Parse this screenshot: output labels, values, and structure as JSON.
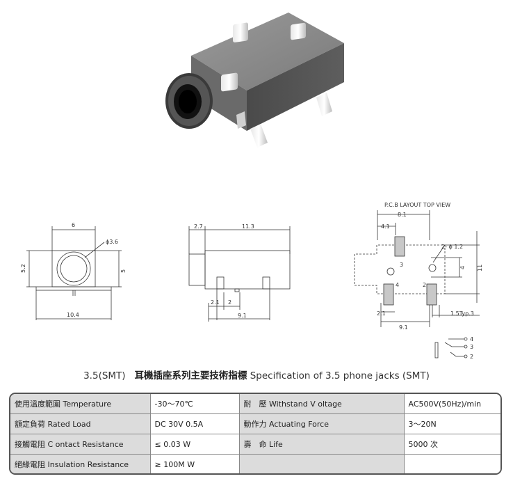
{
  "drawings": {
    "front": {
      "width": "6",
      "dia": "ϕ3.6",
      "height_left": "5.2",
      "height_right": "5",
      "base": "10.4"
    },
    "side": {
      "front_len": "2.7",
      "body_len": "11.3",
      "pin_a": "2.1",
      "pin_b": "2",
      "total": "9.1"
    },
    "pcb": {
      "title": "P.C.B LAYOUT    TOP VIEW",
      "d81": "8.1",
      "d41": "4.1",
      "hole": "2- ϕ 1.2",
      "d4": "4",
      "d11": "11",
      "d21": "2.1",
      "d91": "9.1",
      "typ": "1.5Typ.3",
      "p3": "3",
      "p4": "4",
      "p2": "2",
      "s4": "4",
      "s3": "3",
      "s2": "2"
    }
  },
  "title": {
    "prefix": "3.5(SMT)",
    "cjk": "耳機插座系列主要技術指標",
    "english": "Specification of 3.5 phone jacks (SMT)"
  },
  "spec": {
    "rows": [
      {
        "l1": "使用溫度範圍 Temperature",
        "v1": "-30～70℃",
        "l2": "耐　壓 Withstand V oltage",
        "v2": "AC500V(50Hz)/min"
      },
      {
        "l1": "額定負荷  Rated Load",
        "v1": "DC  30V  0.5A",
        "l2": "動作力 Actuating Force",
        "v2": "3～20N"
      },
      {
        "l1": "接觸電阻  C ontact Resistance",
        "v1": "≤ 0.03 W",
        "l2": "壽　命 Life",
        "v2": "5000 次"
      },
      {
        "l1": "絕緣電阻  Insulation Resistance",
        "v1": "≥ 100M W",
        "l2": "",
        "v2": ""
      }
    ]
  }
}
